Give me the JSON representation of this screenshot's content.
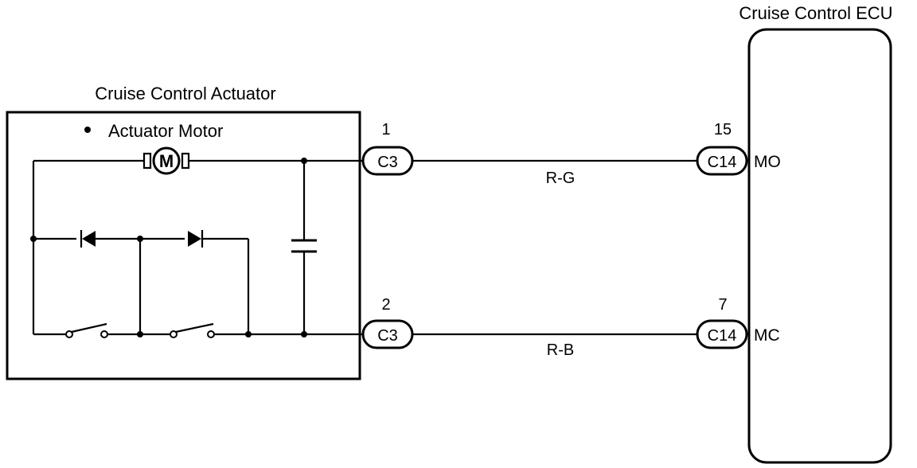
{
  "actuator": {
    "title": "Cruise Control Actuator",
    "component_label": "Actuator Motor",
    "motor_symbol": "M"
  },
  "ecu": {
    "title": "Cruise Control ECU"
  },
  "connections": [
    {
      "actuator_pin": "1",
      "actuator_connector": "C3",
      "wire_color": "R-G",
      "ecu_pin": "15",
      "ecu_connector": "C14",
      "ecu_terminal": "MO"
    },
    {
      "actuator_pin": "2",
      "actuator_connector": "C3",
      "wire_color": "R-B",
      "ecu_pin": "7",
      "ecu_connector": "C14",
      "ecu_terminal": "MC"
    }
  ]
}
